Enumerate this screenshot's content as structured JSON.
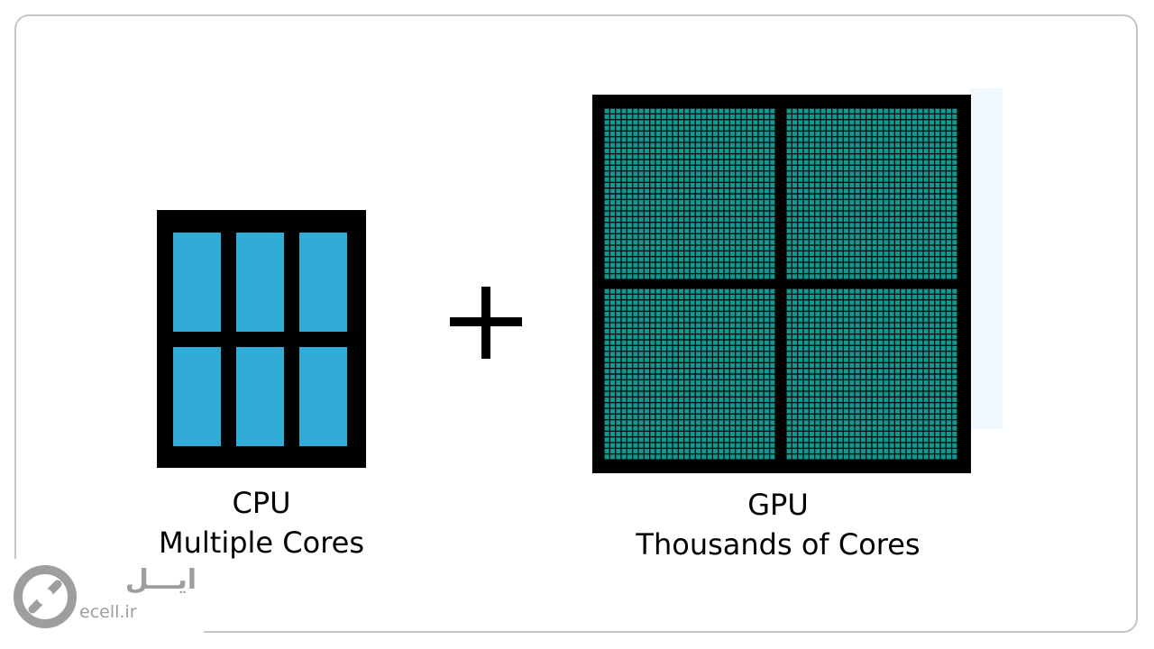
{
  "cpu": {
    "title": "CPU",
    "subtitle": "Multiple Cores",
    "core_color": "#30acd6",
    "cores": 6
  },
  "gpu": {
    "title": "GPU",
    "subtitle": "Thousands of Cores",
    "core_color": "#139891",
    "blocks": 4
  },
  "plus_symbol": "+",
  "logo": {
    "persian_text": "ایـــل",
    "url_text": "ecell.ir",
    "color": "#9e9e9e"
  },
  "colors": {
    "frame_border": "#c6c6c6",
    "chip_body": "#000000",
    "background": "#ffffff"
  }
}
